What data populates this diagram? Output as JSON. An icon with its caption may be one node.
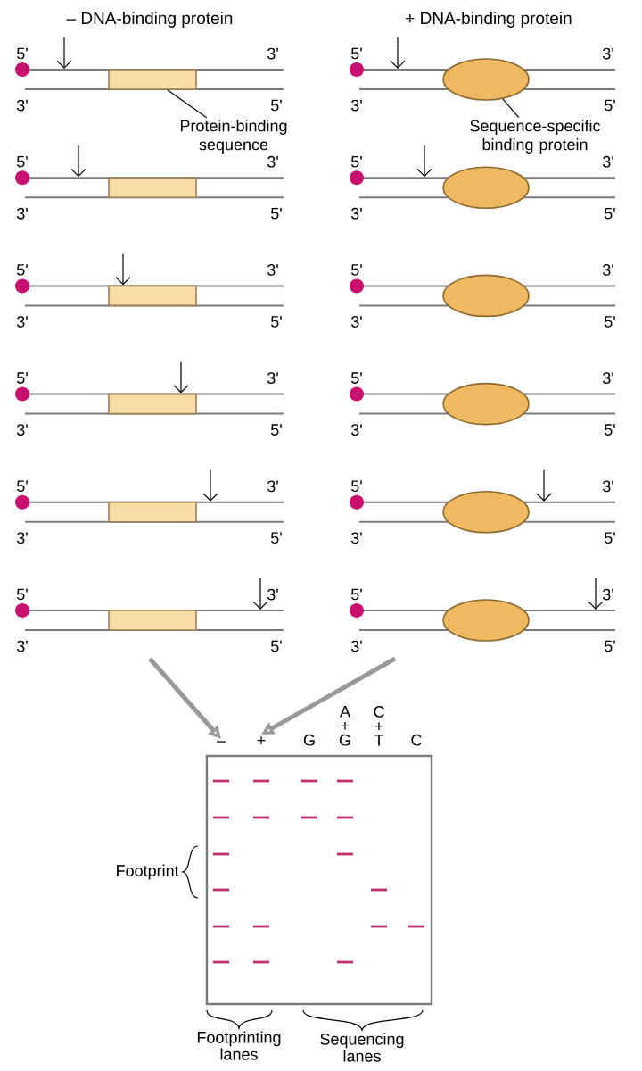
{
  "diagram": {
    "nodes": [
      {
        "text": [],
        "shape": "box"
      },
      {
        "text": [],
        "shape": "box"
      },
      {
        "text": [],
        "shape": "box"
      },
      {
        "text": [],
        "shape": "box"
      },
      {
        "text": [],
        "shape": "box"
      },
      {
        "text": [],
        "shape": "box"
      },
      {
        "text": [],
        "shape": "ellipse"
      },
      {
        "text": [],
        "shape": "ellipse"
      },
      {
        "text": [],
        "shape": "ellipse"
      },
      {
        "text": [],
        "shape": "ellipse"
      },
      {
        "text": [],
        "shape": "ellipse"
      },
      {
        "text": [],
        "shape": "ellipse"
      },
      {
        "text": [
          "Protein-binding sequence"
        ]
      },
      {
        "text": [
          "Sequence-specific binding protein"
        ]
      },
      {
        "text": [
          "–"
        ]
      },
      {
        "text": [
          "+"
        ]
      }
    ],
    "edges": [
      {
        "from": 12,
        "to": 0,
        "arrow": "none"
      },
      {
        "from": 13,
        "to": 6,
        "arrow": "none"
      },
      {
        "from": null,
        "to": 14,
        "arrow": "to",
        "style": "thick",
        "color": "#999999"
      },
      {
        "from": null,
        "to": 15,
        "arrow": "to",
        "style": "thick",
        "color": "#999999"
      }
    ],
    "labels": [
      "– DNA-binding protein",
      "+ DNA-binding protein",
      "5'",
      "3'",
      "5'",
      "3'",
      "3'",
      "5'",
      "3'",
      "5'",
      "5'",
      "3'",
      "5'",
      "3'",
      "3'",
      "5'",
      "3'",
      "5'",
      "5'",
      "3'",
      "5'",
      "3'",
      "3'",
      "5'",
      "3'",
      "5'",
      "5'",
      "3'",
      "5'",
      "3'",
      "3'",
      "5'",
      "3'",
      "5'",
      "5'",
      "3'",
      "5'",
      "3'",
      "3'",
      "5'",
      "3'",
      "5'",
      "5'",
      "3'",
      "5'",
      "3'",
      "3'",
      "5'",
      "3'",
      "5'",
      "G",
      "A + G",
      "C + T",
      "C",
      "Footprint",
      "Footprinting lanes",
      "Sequencing lanes"
    ]
  }
}
